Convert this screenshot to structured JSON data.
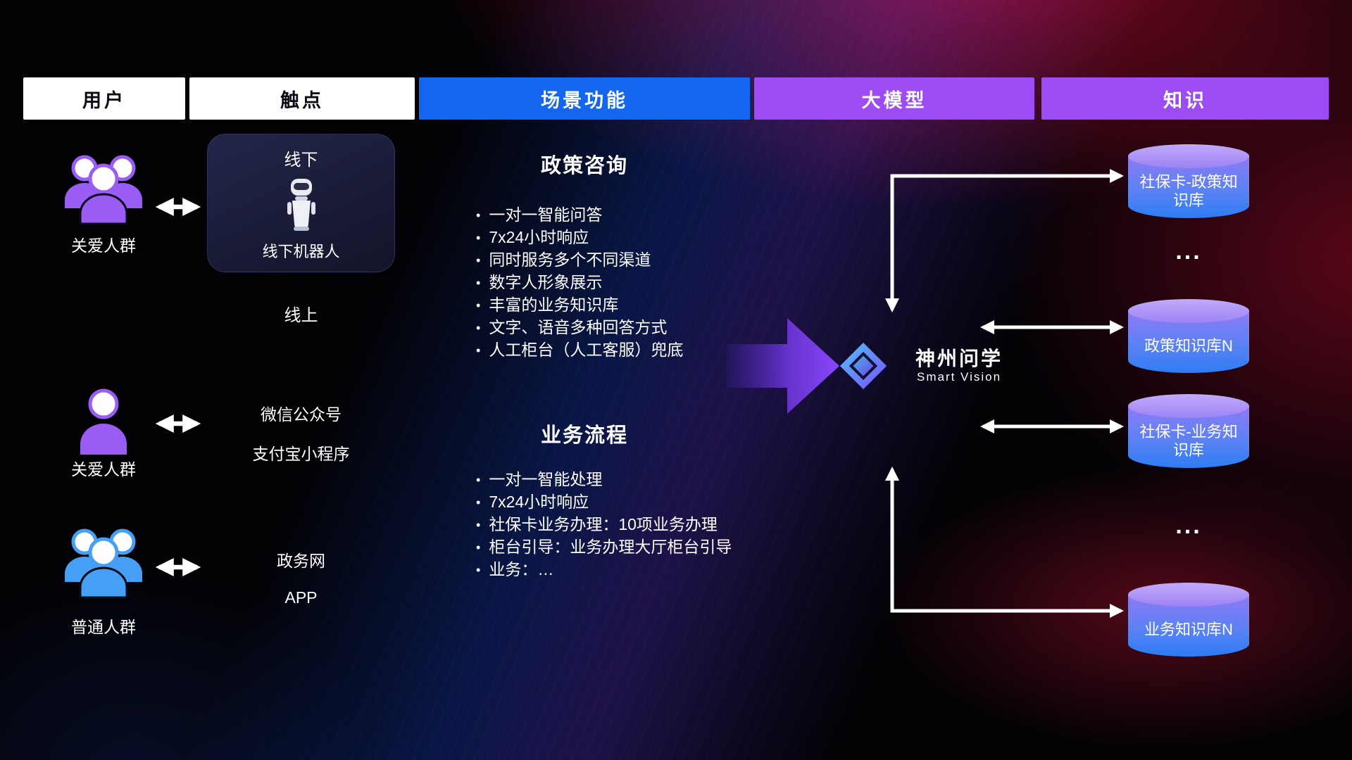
{
  "header": {
    "col_user": "用户",
    "col_touchpoint": "触点",
    "col_scenario": "场景功能",
    "col_model": "大模型",
    "col_knowledge": "知识"
  },
  "users": {
    "group1_label": "关爱人群",
    "group2_label": "关爱人群",
    "group3_label": "普通人群"
  },
  "touchpoints": {
    "offline_title": "线下",
    "offline_robot_label": "线下机器人",
    "online_title": "线上",
    "wechat": "微信公众号",
    "alipay": "支付宝小程序",
    "gov_web": "政务网",
    "app": "APP"
  },
  "scenario": {
    "policy": {
      "title": "政策咨询",
      "items": [
        "一对一智能问答",
        "7x24小时响应",
        "同时服务多个不同渠道",
        "数字人形象展示",
        "丰富的业务知识库",
        "文字、语音多种回答方式",
        "人工柜台（人工客服）兜底"
      ]
    },
    "business": {
      "title": "业务流程",
      "items": [
        "一对一智能处理",
        "7x24小时响应",
        "社保卡业务办理：10项业务办理",
        "柜台引导：业务办理大厅柜台引导",
        "业务：…"
      ]
    }
  },
  "model": {
    "brand": "神州问学",
    "brand_sub": "Smart Vision"
  },
  "knowledge": {
    "db1": "社保卡-政策知识库",
    "ellipsis1": "...",
    "db2": "政策知识库N",
    "db3": "社保卡-业务知识库",
    "ellipsis2": "...",
    "db4": "业务知识库N"
  },
  "colors": {
    "header_blue": "#1566ee",
    "header_purple": "#9c4cf2",
    "icon_purple": "#9a5cf5",
    "icon_blue": "#45a0f5",
    "cylinder_top": "#b49bf8",
    "cylinder_body_bottom": "#2e7cf3",
    "accent_red": "#b00c2d",
    "arrow_white": "#ffffff",
    "big_arrow_purple": "#8b46ff"
  }
}
